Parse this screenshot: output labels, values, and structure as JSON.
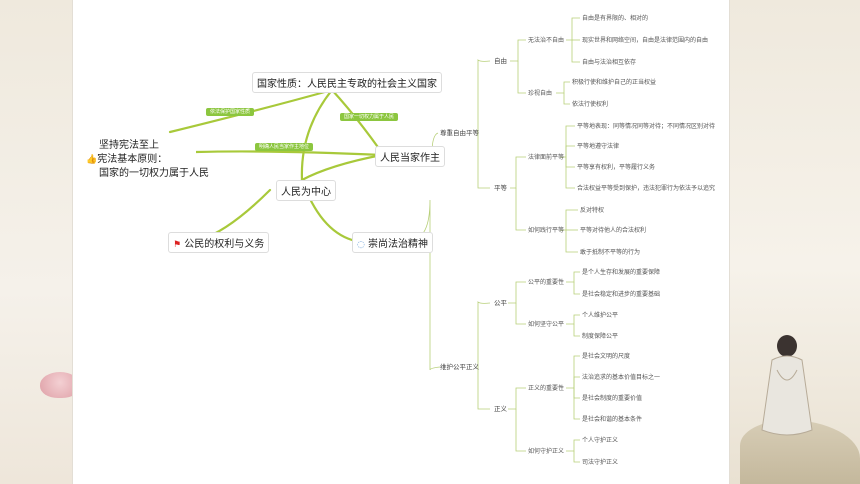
{
  "center": "人民为中心",
  "top_node": "国家性质：人民民主专政的社会主义国家",
  "left_box": [
    "坚持宪法至上",
    "宪法基本原则：",
    "国家的一切权力属于人民"
  ],
  "rights_node": "公民的权利与义务",
  "people_master": "人民当家作主",
  "rule_of_law": "崇尚法治精神",
  "tags": {
    "tag_left": "依法保护国家性质",
    "tag_right": "国家一切权力属于人民",
    "tag_middle": "明确人民当家作主地位"
  },
  "branches": {
    "respect_freedom_equality": "尊重自由平等",
    "maintain_fairness_justice": "维护公平正义",
    "freedom": "自由",
    "no_unlimited_freedom": "无法治不自由",
    "cherish_freedom": "珍视自由",
    "freedom_items": [
      "自由是有界限的、相对的",
      "现实世界和网络空间，自由是法律范围内的自由",
      "自由与法治相互依存"
    ],
    "cherish_items": [
      "积极行使和维护自己的正当权益",
      "依法行使权利"
    ],
    "equality": "平等",
    "equality_before_law": "法律面前平等",
    "law_items": [
      "平等地表现：同等情况同等对待；不同情况区别对待",
      "平等地遵守法律",
      "平等享有权利，平等履行义务",
      "合法权益平等受到保护，违法犯罪行为依法予以追究"
    ],
    "how_practice_equality": "如何践行平等",
    "practice_items": [
      "反对特权",
      "平等对待他人的合法权利",
      "敢于抵制不平等的行为"
    ],
    "fairness": "公平",
    "importance_fairness": "公平的重要性",
    "fairness_items": [
      "是个人生存和发展的重要保障",
      "是社会稳定和进步的重要基础"
    ],
    "how_keep_fairness": "如何坚守公平",
    "keep_items": [
      "个人维护公平",
      "制度保障公平"
    ],
    "justice": "正义",
    "importance_justice": "正义的重要性",
    "justice_items": [
      "是社会文明的尺度",
      "法治追求的基本价值目标之一",
      "是社会制度的重要价值",
      "是社会和谐的基本条件"
    ],
    "how_keep_justice": "如何守护正义",
    "keep_justice_items": [
      "个人守护正义",
      "司法守护正义"
    ]
  },
  "colors": {
    "line": "#a8c93a",
    "tag": "#8cc63f",
    "branch_line": "#b7cf78"
  }
}
